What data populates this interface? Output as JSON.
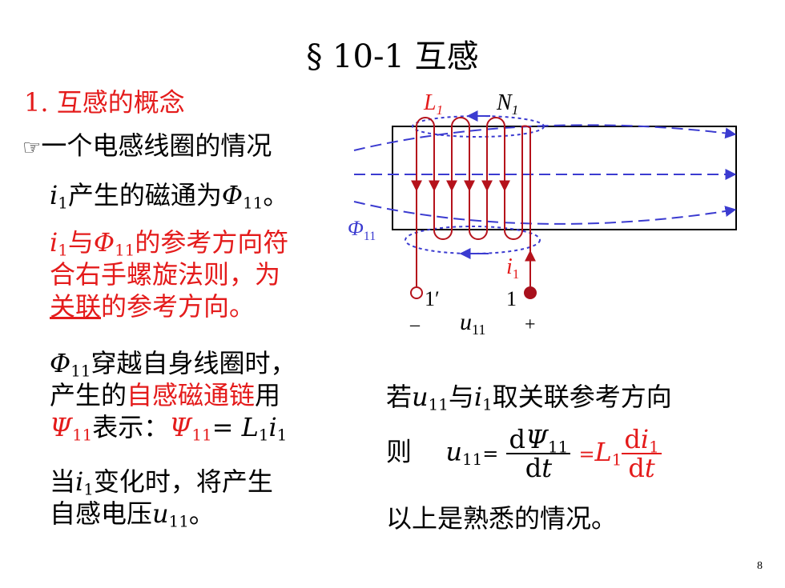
{
  "title": "§ 10-1 互感",
  "section": "1. 互感的概念",
  "bullet_icon": "pointing-hand-icon",
  "bullet_text": "一个电感线圈的情况",
  "line_flux": {
    "var": "i",
    "var_sub": "1",
    "mid": "产生的磁通为",
    "phi": "Φ",
    "phi_sub": "11",
    "end": "。"
  },
  "ref_dir": {
    "line1_var": "i",
    "line1_var_sub": "1",
    "line1_mid": "与",
    "line1_phi": "Φ",
    "line1_phi_sub": "11",
    "line1_end": "的参考方向符",
    "line2": "合右手螺旋法则，为",
    "line3_underlined": "关联",
    "line3_rest": "的参考方向。"
  },
  "self_link": {
    "line1_phi": "Φ",
    "line1_phi_sub": "11",
    "line1_rest": "穿越自身线圈时，",
    "line2_pre": "产生的",
    "line2_red": "自感磁通链",
    "line2_post": "用",
    "line3_psi": "Ψ",
    "line3_psi_sub": "11",
    "line3_mid": "表示：",
    "line3_psi2": "Ψ",
    "line3_psi2_sub": "11",
    "line3_eq": "= ",
    "line3_L": "L",
    "line3_L_sub": "1",
    "line3_i": "i",
    "line3_i_sub": "1"
  },
  "change": {
    "line1_pre": "当",
    "line1_var": "i",
    "line1_var_sub": "1",
    "line1_post": "变化时，将产生",
    "line2_pre": "自感电压",
    "line2_var": "u",
    "line2_var_sub": "11",
    "line2_end": "。"
  },
  "right": {
    "cond_pre": "若",
    "cond_u": "u",
    "cond_u_sub": "11",
    "cond_mid": "与",
    "cond_i": "i",
    "cond_i_sub": "1",
    "cond_post": "取关联参考方向",
    "eq_label": "则",
    "eq_u": "u",
    "eq_u_sub": "11",
    "eq_equals": "=",
    "frac1_num_d": "d",
    "frac1_num_psi": "Ψ",
    "frac1_num_sub": "11",
    "frac1_den_d": "d",
    "frac1_den_t": "t",
    "eq2_equals": "=",
    "eq2_L": "L",
    "eq2_L_sub": "1",
    "frac2_num_d": "d",
    "frac2_num_i": "i",
    "frac2_num_sub": "1",
    "frac2_den_d": "d",
    "frac2_den_t": "t",
    "summary": "以上是熟悉的情况。"
  },
  "diagram": {
    "L_label": "L",
    "L_sub": "1",
    "N_label": "N",
    "N_sub": "1",
    "phi_label": "Φ",
    "phi_sub": "11",
    "i_label": "i",
    "i_sub": "1",
    "terminal_left": "1′",
    "terminal_right": "1",
    "minus": "–",
    "plus": "+",
    "u_label": "u",
    "u_sub": "11",
    "colors": {
      "coil": "#b5121b",
      "flux": "#3b3bd0",
      "core": "#000000",
      "terminal_fill": "#a8101c"
    }
  },
  "page_number": "8"
}
